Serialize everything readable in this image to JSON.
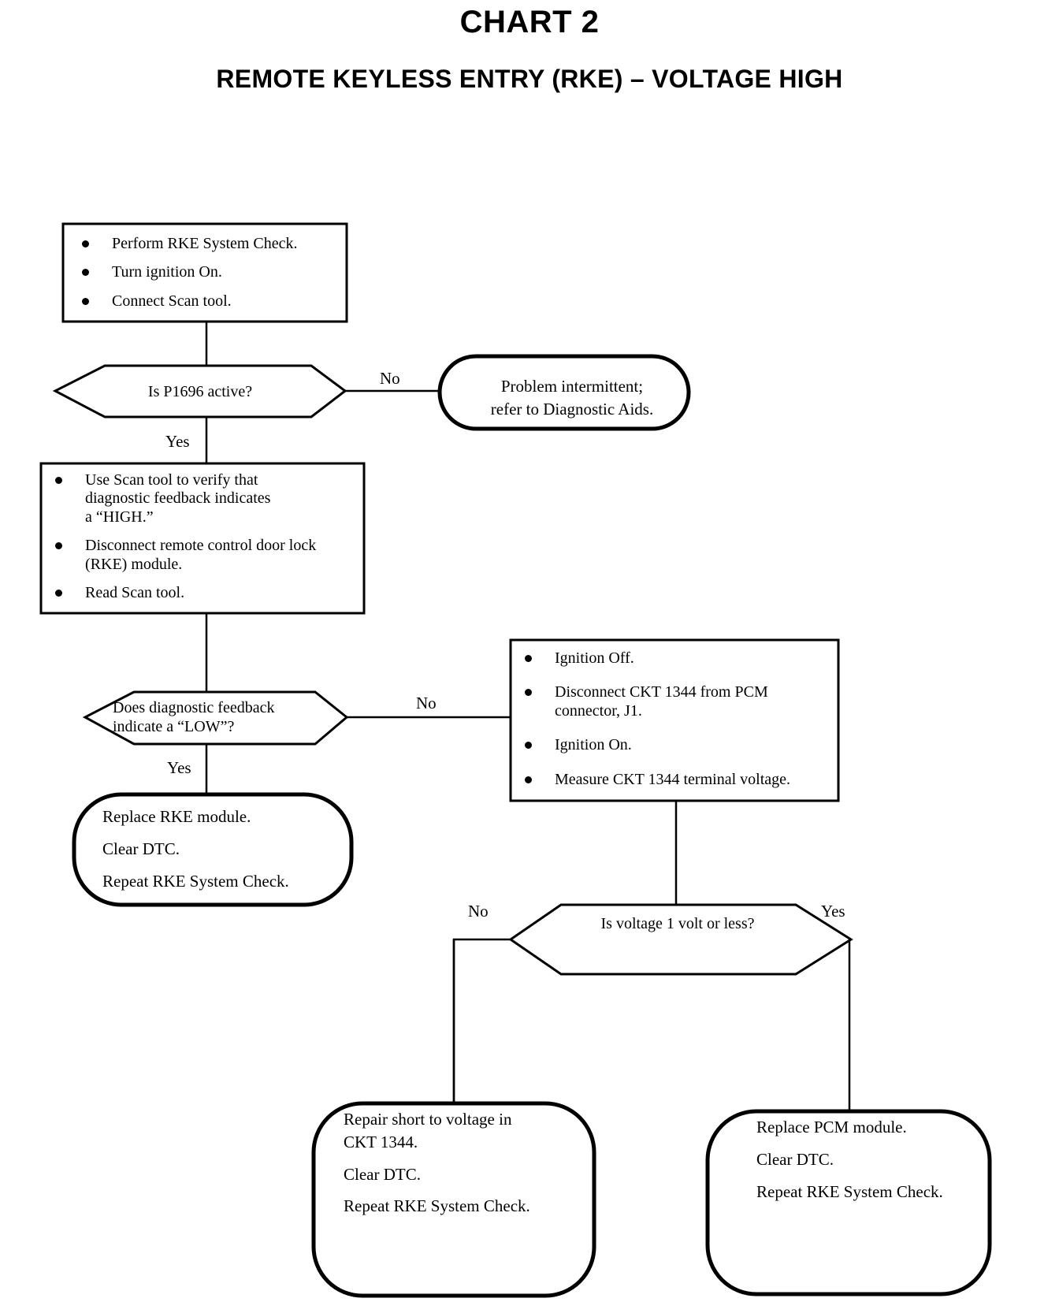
{
  "document": {
    "title": "CHART 2",
    "subtitle": "REMOTE KEYLESS ENTRY (RKE) – VOLTAGE HIGH"
  },
  "chart_data": {
    "type": "diagram",
    "diagram_kind": "flowchart",
    "title": "CHART 2",
    "subtitle": "REMOTE KEYLESS ENTRY (RKE) – VOLTAGE HIGH",
    "nodes": [
      {
        "id": "step1",
        "shape": "process",
        "bullets": [
          "Perform RKE System Check.",
          "Turn ignition On.",
          "Connect Scan tool."
        ]
      },
      {
        "id": "dec1",
        "shape": "decision",
        "text": "Is P1696 active?"
      },
      {
        "id": "term1",
        "shape": "terminator",
        "lines": [
          "Problem intermittent;",
          "refer to Diagnostic Aids."
        ]
      },
      {
        "id": "step2",
        "shape": "process",
        "bullets": [
          "Use Scan tool to verify that diagnostic feedback indicates a “HIGH.”",
          "Disconnect remote control door lock (RKE) module.",
          "Read Scan tool."
        ]
      },
      {
        "id": "dec2",
        "shape": "decision",
        "text": "Does diagnostic feedback indicate a “LOW”?"
      },
      {
        "id": "step3",
        "shape": "process",
        "bullets": [
          "Ignition Off.",
          "Disconnect CKT 1344 from PCM connector, J1.",
          "Ignition On.",
          "Measure CKT 1344 terminal voltage."
        ]
      },
      {
        "id": "term2",
        "shape": "terminator",
        "lines": [
          "Replace RKE module.",
          "Clear DTC.",
          "Repeat RKE System Check."
        ]
      },
      {
        "id": "dec3",
        "shape": "decision",
        "text": "Is voltage 1 volt or less?"
      },
      {
        "id": "term3",
        "shape": "terminator",
        "lines": [
          "Repair short to voltage in CKT 1344.",
          "Clear DTC.",
          "Repeat RKE System Check."
        ]
      },
      {
        "id": "term4",
        "shape": "terminator",
        "lines": [
          "Replace PCM module.",
          "Clear  DTC.",
          "Repeat RKE System Check."
        ]
      }
    ],
    "edges": [
      {
        "from": "step1",
        "to": "dec1",
        "label": ""
      },
      {
        "from": "dec1",
        "to": "term1",
        "label": "No"
      },
      {
        "from": "dec1",
        "to": "step2",
        "label": "Yes"
      },
      {
        "from": "step2",
        "to": "dec2",
        "label": ""
      },
      {
        "from": "dec2",
        "to": "step3",
        "label": "No"
      },
      {
        "from": "dec2",
        "to": "term2",
        "label": "Yes"
      },
      {
        "from": "step3",
        "to": "dec3",
        "label": ""
      },
      {
        "from": "dec3",
        "to": "term3",
        "label": "No"
      },
      {
        "from": "dec3",
        "to": "term4",
        "label": "Yes"
      }
    ]
  },
  "nodes": {
    "step1": {
      "b1": "Perform RKE System Check.",
      "b2": "Turn ignition On.",
      "b3": "Connect Scan tool."
    },
    "dec1": {
      "text": "Is P1696 active?"
    },
    "term1": {
      "l1": "Problem intermittent;",
      "l2": "refer to Diagnostic Aids."
    },
    "step2": {
      "b1l1": "Use Scan tool to verify that",
      "b1l2": "diagnostic feedback indicates",
      "b1l3": "a “HIGH.”",
      "b2l1": "Disconnect remote control door lock",
      "b2l2": "(RKE) module.",
      "b3": "Read Scan tool."
    },
    "dec2": {
      "l1": "Does diagnostic feedback",
      "l2": "indicate a “LOW”?"
    },
    "step3": {
      "b1": "Ignition Off.",
      "b2l1": "Disconnect CKT 1344 from PCM",
      "b2l2": "connector, J1.",
      "b3": "Ignition On.",
      "b4": "Measure CKT 1344 terminal voltage."
    },
    "term2": {
      "l1": "Replace RKE module.",
      "l2": "Clear DTC.",
      "l3": "Repeat RKE System Check."
    },
    "dec3": {
      "text": "Is voltage 1 volt or less?"
    },
    "term3": {
      "l1": "Repair short to voltage in",
      "l2": "CKT 1344.",
      "l3": "Clear DTC.",
      "l4": "Repeat RKE System Check."
    },
    "term4": {
      "l1": "Replace PCM module.",
      "l2": "Clear  DTC.",
      "l3": "Repeat RKE System Check."
    }
  },
  "edge_labels": {
    "dec1_no": "No",
    "dec1_yes": "Yes",
    "dec2_no": "No",
    "dec2_yes": "Yes",
    "dec3_no": "No",
    "dec3_yes": "Yes"
  },
  "colors": {
    "ink": "#000000",
    "paper": "#ffffff"
  }
}
